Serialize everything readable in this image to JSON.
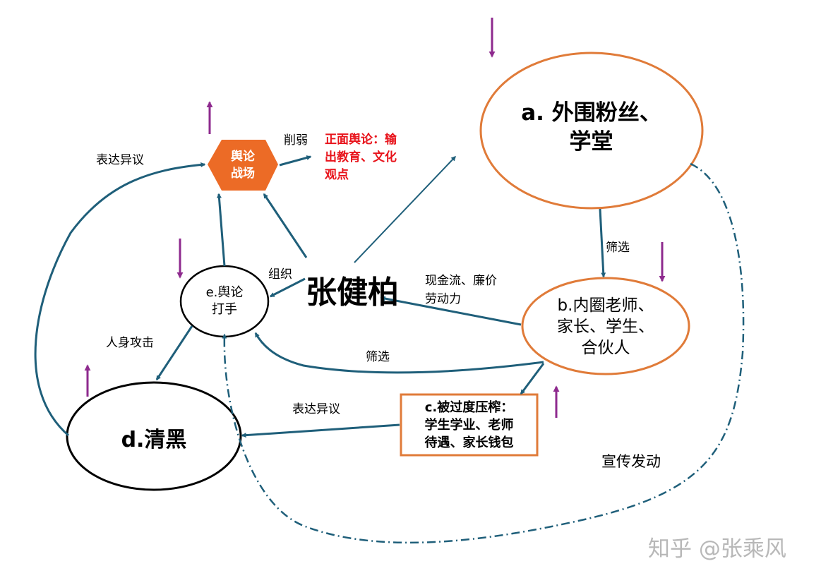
{
  "nodes": {
    "a": {
      "text": "a. 外围粉丝、\n学堂"
    },
    "b": {
      "text": "b.内圈老师、\n家长、学生、\n合伙人"
    },
    "c": {
      "text": "c.被过度压榨：\n学生学业、老师\n待遇、家长钱包"
    },
    "d": {
      "text": "d.清黑"
    },
    "e": {
      "text": "e.舆论\n打手"
    },
    "battlefield": {
      "text": "舆论\n战场"
    },
    "center": {
      "text": "张健柏"
    }
  },
  "edge_labels": {
    "weaken": "削弱",
    "positive": "正面舆论：输\n出教育、文化\n观点",
    "express_top": "表达异议",
    "organize": "组织",
    "cashflow": "现金流、廉价\n劳动力",
    "screen_right": "筛选",
    "screen_mid": "筛选",
    "personal_attack": "人身攻击",
    "express_bottom": "表达异议",
    "promote": "宣传发动"
  },
  "watermark": "知乎 @张乘风",
  "colors": {
    "edge": "#1f5f7a",
    "ellipse_orange": "#e07b39",
    "hexagon": "#ec6b26",
    "purple_arrow": "#8e2a8e",
    "red_text": "#e8141c"
  }
}
